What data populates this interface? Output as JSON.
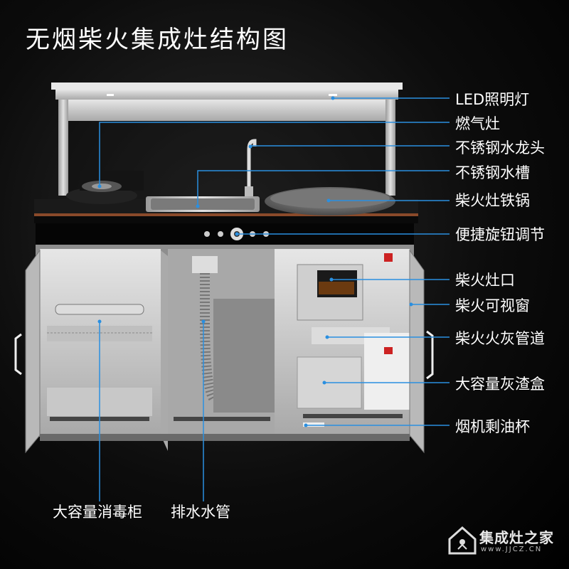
{
  "title": "无烟柴火集成灶结构图",
  "labels_right": [
    {
      "id": "led",
      "text": "LED照明灯"
    },
    {
      "id": "gas",
      "text": "燃气灶"
    },
    {
      "id": "faucet",
      "text": "不锈钢水龙头"
    },
    {
      "id": "sink",
      "text": "不锈钢水槽"
    },
    {
      "id": "wok",
      "text": "柴火灶铁锅"
    },
    {
      "id": "knob",
      "text": "便捷旋钮调节"
    },
    {
      "id": "firemouth",
      "text": "柴火灶口"
    },
    {
      "id": "window",
      "text": "柴火可视窗"
    },
    {
      "id": "ashpipe",
      "text": "柴火火灰管道"
    },
    {
      "id": "ashbox",
      "text": "大容量灰渣盒"
    },
    {
      "id": "oilcup",
      "text": "烟机剩油杯"
    }
  ],
  "labels_bottom": [
    {
      "id": "cabinet",
      "text": "大容量消毒柜"
    },
    {
      "id": "drain",
      "text": "排水水管"
    }
  ],
  "logo": {
    "text": "集成灶之家",
    "sub": "www.JJCZ.CN"
  },
  "colors": {
    "accent": "#2a8fe0",
    "steel": "#c9c9c9",
    "counter": "#1a1a1a"
  }
}
